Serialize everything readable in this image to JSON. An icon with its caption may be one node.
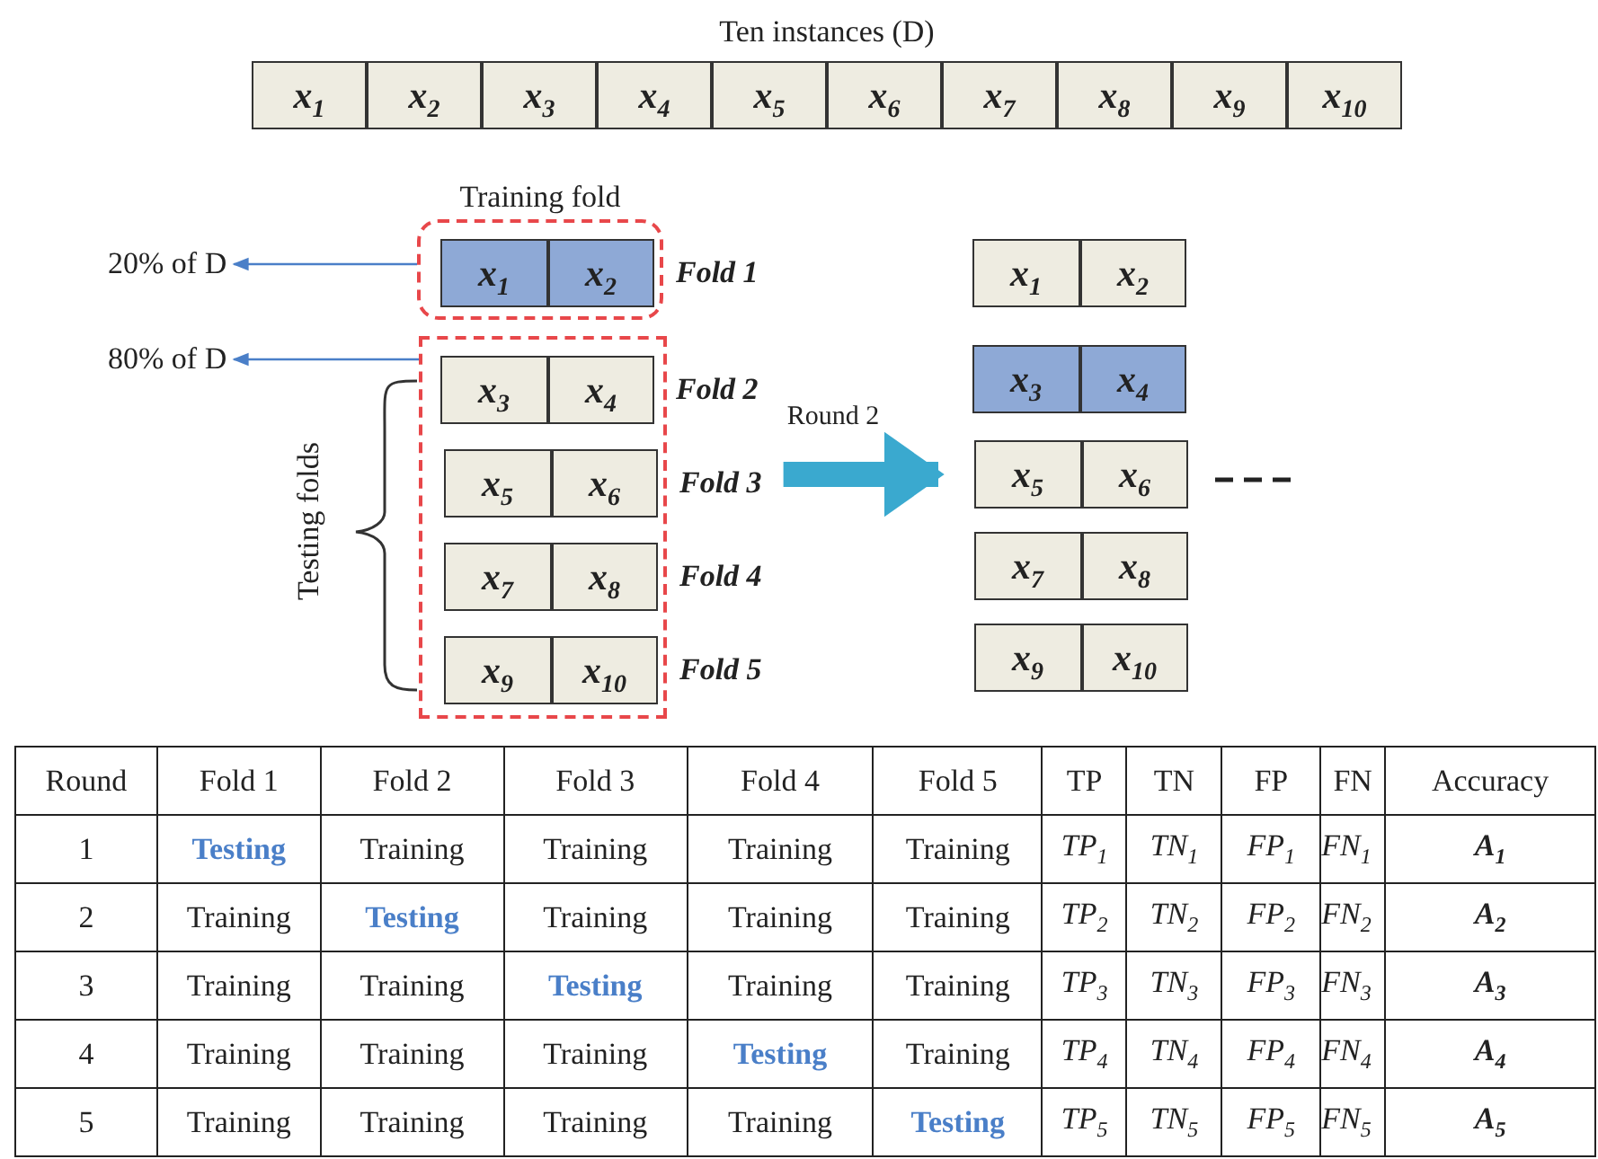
{
  "diagram": {
    "nodes": [
      {
        "text": [
          "Ten instances (D)"
        ]
      },
      {
        "text": [
          "x$_{1}$"
        ],
        "in": 0
      },
      {
        "text": [
          "x$_{2}$"
        ],
        "in": 0
      },
      {
        "text": [
          "x$_{3}$"
        ],
        "in": 0
      },
      {
        "text": [
          "x$_{4}$"
        ],
        "in": 0
      },
      {
        "text": [
          "x$_{5}$"
        ],
        "in": 0
      },
      {
        "text": [
          "x$_{6}$"
        ],
        "in": 0
      },
      {
        "text": [
          "x$_{7}$"
        ],
        "in": 0
      },
      {
        "text": [
          "x$_{8}$"
        ],
        "in": 0
      },
      {
        "text": [
          "x$_{9}$"
        ],
        "in": 0
      },
      {
        "text": [
          "x$_{10}$"
        ],
        "in": 0
      },
      {
        "text": [
          "Training fold"
        ]
      },
      {
        "text": [],
        "shape": "box",
        "in": 11,
        "beside": [
          "Fold 1"
        ]
      },
      {
        "text": [
          "x$_{1}$"
        ],
        "in": 12
      },
      {
        "text": [
          "x$_{2}$"
        ],
        "in": 12
      },
      {
        "text": [
          "20% of D"
        ]
      },
      {
        "text": [
          "80% of D"
        ]
      },
      {
        "text": [],
        "shape": "box"
      },
      {
        "text": [],
        "shape": "box",
        "in": 17,
        "beside": [
          "Fold 2"
        ]
      },
      {
        "text": [
          "x$_{3}$"
        ],
        "in": 18
      },
      {
        "text": [
          "x$_{4}$"
        ],
        "in": 18
      },
      {
        "text": [],
        "shape": "box",
        "in": 17,
        "beside": [
          "Fold 3"
        ]
      },
      {
        "text": [
          "x$_{5}$"
        ],
        "in": 21
      },
      {
        "text": [
          "x$_{6}$"
        ],
        "in": 21
      },
      {
        "text": [],
        "shape": "box",
        "in": 17,
        "beside": [
          "Fold 4"
        ]
      },
      {
        "text": [
          "x$_{7}$"
        ],
        "in": 24
      },
      {
        "text": [
          "x$_{8}$"
        ],
        "in": 24
      },
      {
        "text": [],
        "shape": "box",
        "in": 17,
        "beside": [
          "Fold 5"
        ]
      },
      {
        "text": [
          "x$_{9}$"
        ],
        "in": 27
      },
      {
        "text": [
          "x$_{10}$"
        ],
        "in": 27
      },
      {
        "text": [],
        "shape": "box"
      },
      {
        "text": [
          "x$_{1}$"
        ],
        "in": 30
      },
      {
        "text": [
          "x$_{2}$"
        ],
        "in": 30
      },
      {
        "text": [],
        "shape": "box"
      },
      {
        "text": [
          "x$_{3}$"
        ],
        "in": 33
      },
      {
        "text": [
          "x$_{4}$"
        ],
        "in": 33
      },
      {
        "text": [],
        "shape": "box"
      },
      {
        "text": [
          "x$_{5}$"
        ],
        "in": 36
      },
      {
        "text": [
          "x$_{6}$"
        ],
        "in": 36
      },
      {
        "text": [],
        "shape": "box"
      },
      {
        "text": [
          "x$_{7}$"
        ],
        "in": 39
      },
      {
        "text": [
          "x$_{8}$"
        ],
        "in": 39
      },
      {
        "text": [],
        "shape": "box"
      },
      {
        "text": [
          "x$_{9}$"
        ],
        "in": 42
      },
      {
        "text": [
          "x$_{10}$"
        ],
        "in": 42
      }
    ],
    "edges": [
      {
        "from": 11,
        "to": 15,
        "arrow": "to"
      },
      {
        "from": 17,
        "to": 16,
        "arrow": "to"
      },
      {
        "from": 21,
        "to": 36,
        "arrow": "to",
        "label": "Round 2",
        "style": "thick",
        "color": "#3aa9cf"
      }
    ],
    "labels": [
      "Testing folds",
      "Round",
      "Fold 1",
      "Fold 2",
      "Fold 3",
      "Fold 4",
      "Fold 5",
      "TP",
      "TN",
      "FP",
      "FN",
      "Accuracy",
      "1",
      "Testing",
      "Training",
      "Training",
      "Training",
      "Training",
      "TP$_{1}$",
      "TN$_{1}$",
      "FP$_{1}$",
      "FN$_{1}$",
      "A$_{1}$",
      "2",
      "Training",
      "Testing",
      "Training",
      "Training",
      "Training",
      "TP$_{2}$",
      "TN$_{2}$",
      "FP$_{2}$",
      "FN$_{2}$",
      "A$_{2}$",
      "3",
      "Training",
      "Training",
      "Testing",
      "Training",
      "Training",
      "TP$_{3}$",
      "TN$_{3}$",
      "FP$_{3}$",
      "FN$_{3}$",
      "A$_{3}$",
      "4",
      "Training",
      "Training",
      "Training",
      "Testing",
      "Training",
      "TP$_{4}$",
      "TN$_{4}$",
      "FP$_{4}$",
      "FN$_{4}$",
      "A$_{4}$",
      "5",
      "Training",
      "Training",
      "Training",
      "Training",
      "Testing",
      "TP$_{5}$",
      "TN$_{5}$",
      "FP$_{5}$",
      "FN$_{5}$",
      "A$_{5}$"
    ]
  }
}
